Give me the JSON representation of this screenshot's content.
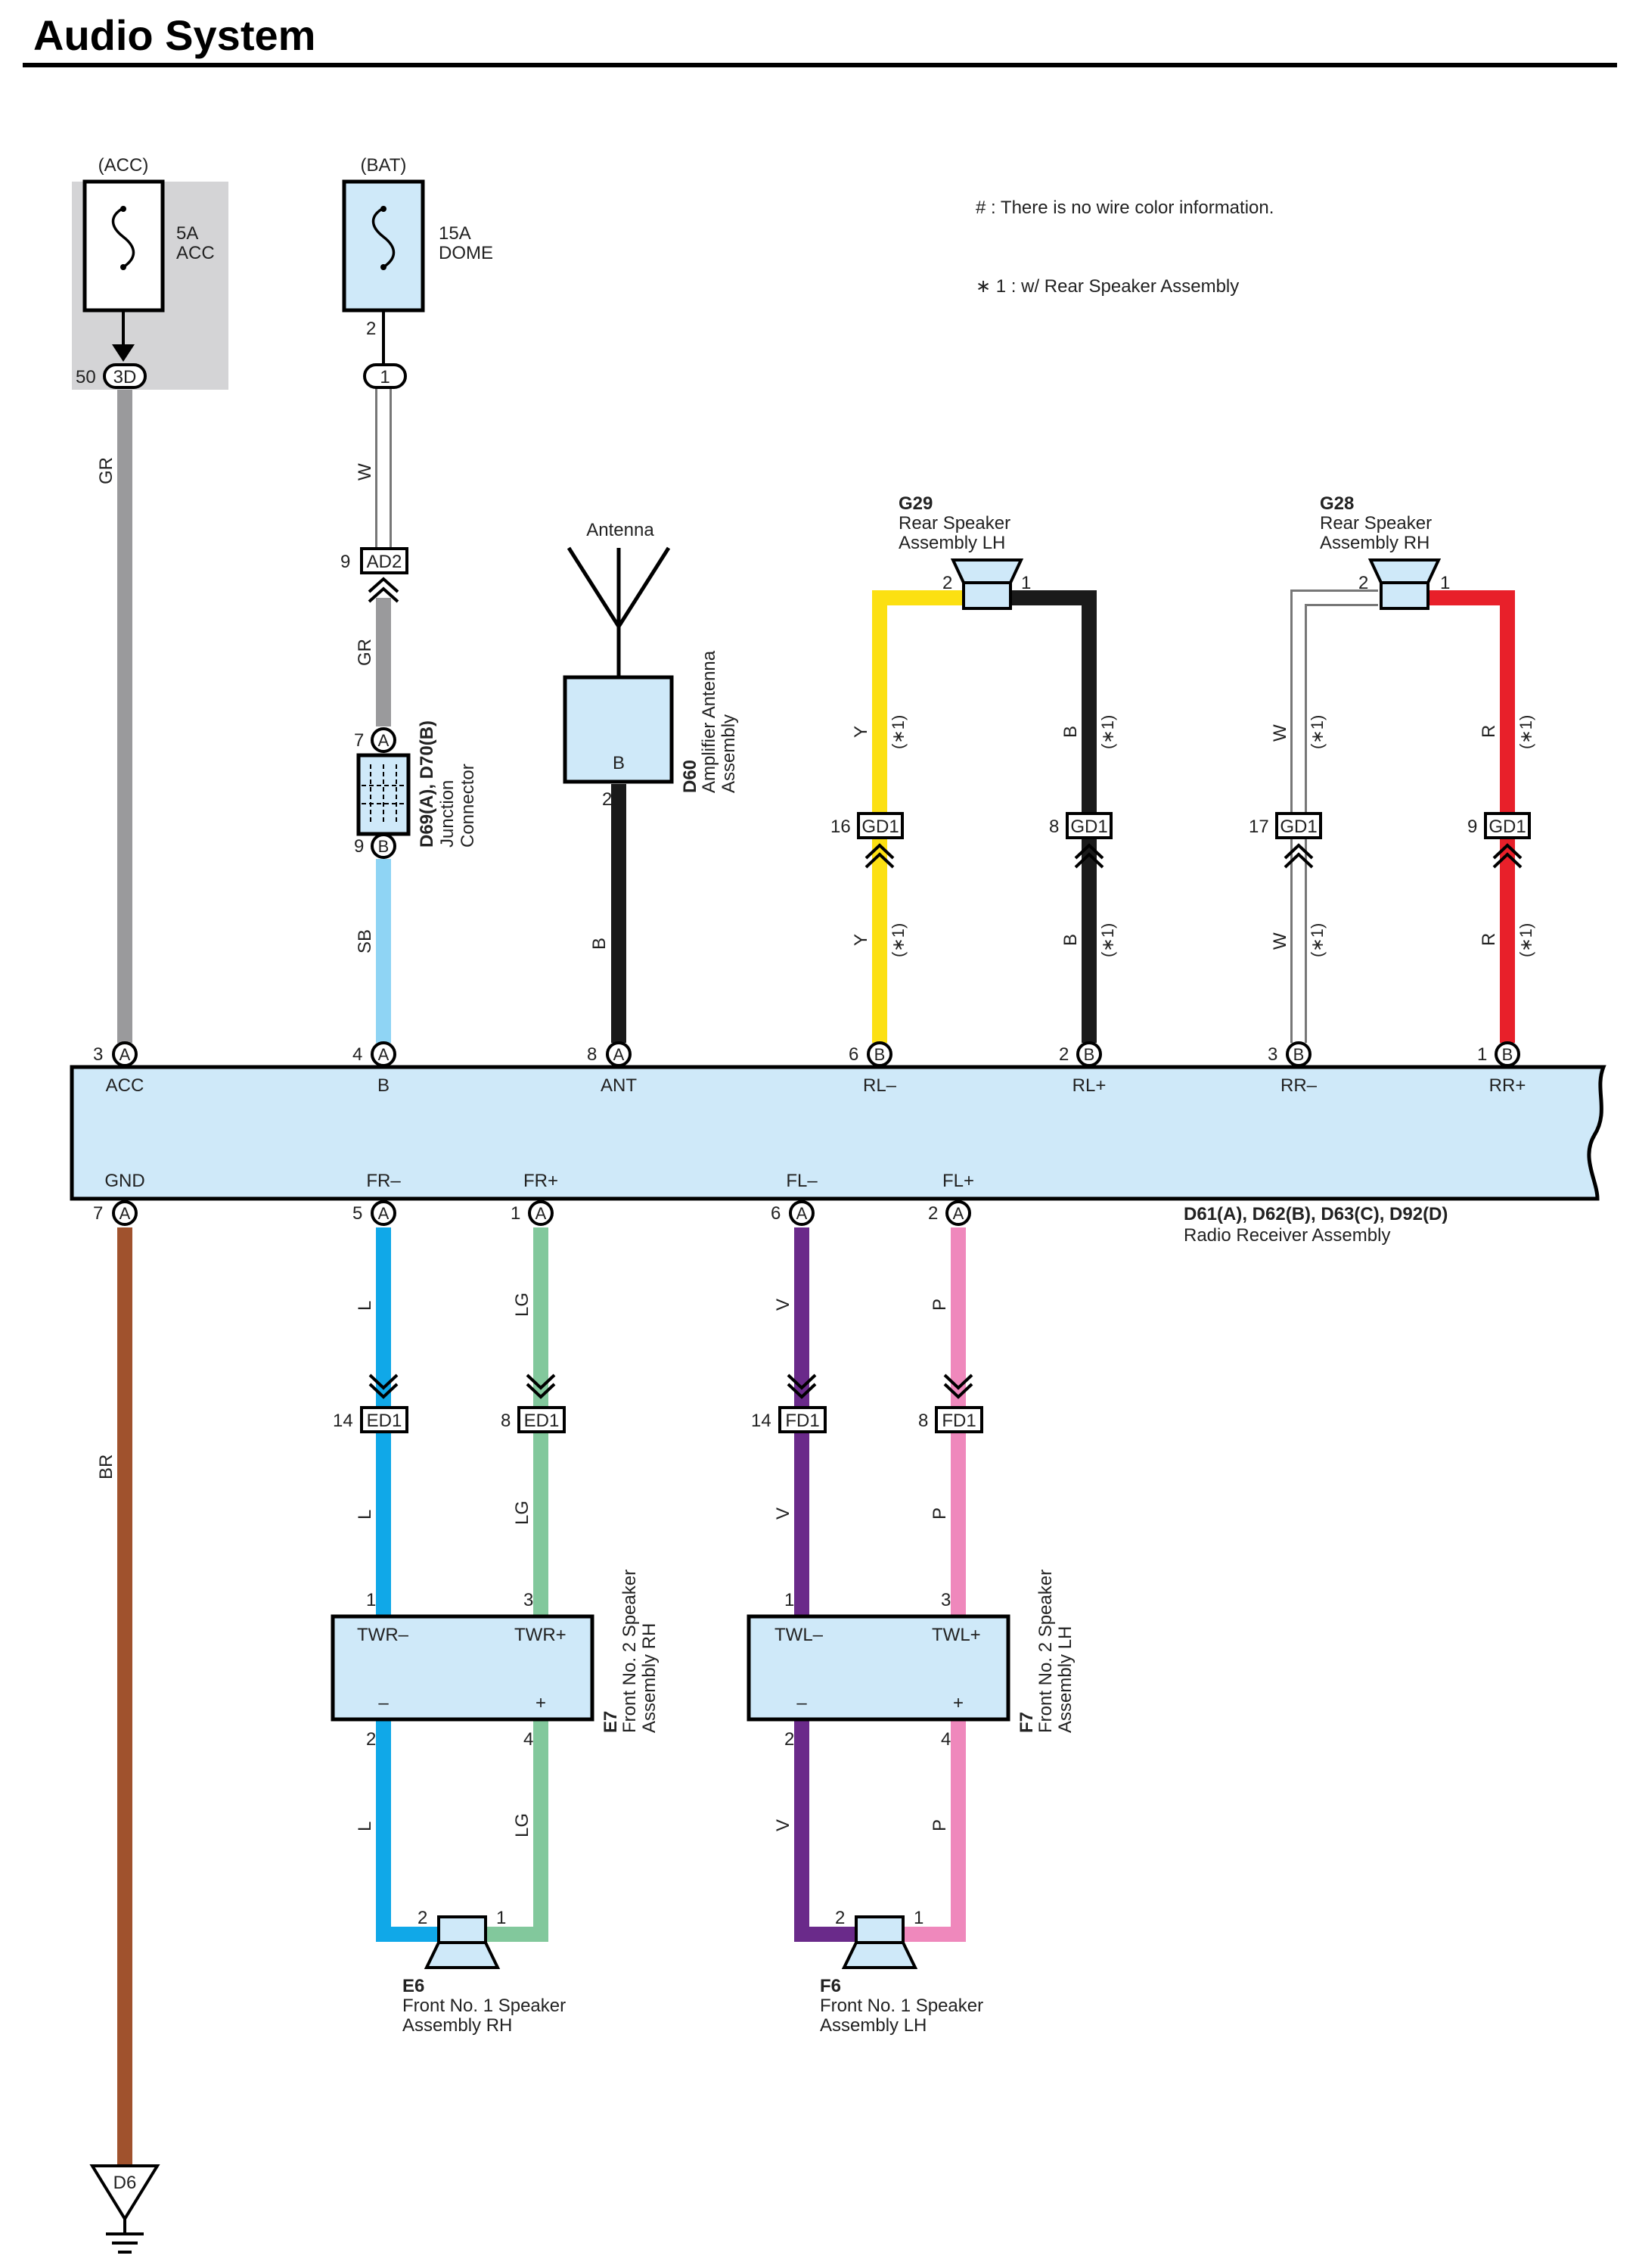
{
  "title": "Audio System",
  "notes": {
    "no_color": "# : There is no wire color information.",
    "star1": "∗ 1 : w/ Rear Speaker Assembly"
  },
  "fuses": [
    {
      "source": "(ACC)",
      "rating": "5A",
      "name": "ACC"
    },
    {
      "source": "(BAT)",
      "rating": "15A",
      "name": "DOME"
    }
  ],
  "connectors": {
    "acc_pin": "50",
    "acc_id": "3D",
    "bat_pin_top": "2",
    "bat_id": "1",
    "ad2_pin": "9",
    "ad2_id": "AD2",
    "jc_pin_a": "7",
    "jc_pin_b": "9",
    "jc_a": "A",
    "jc_b": "B",
    "gd1": [
      {
        "pin": "16",
        "id": "GD1"
      },
      {
        "pin": "8",
        "id": "GD1"
      },
      {
        "pin": "17",
        "id": "GD1"
      },
      {
        "pin": "9",
        "id": "GD1"
      }
    ],
    "ed1": [
      {
        "pin": "14",
        "id": "ED1"
      },
      {
        "pin": "8",
        "id": "ED1"
      }
    ],
    "fd1": [
      {
        "pin": "14",
        "id": "FD1"
      },
      {
        "pin": "8",
        "id": "FD1"
      }
    ]
  },
  "components": {
    "junction": {
      "code": "D69(A), D70(B)",
      "line1": "Junction",
      "line2": "Connector"
    },
    "antenna": {
      "label": "Antenna",
      "code": "D60",
      "line1": "Amplifier Antenna",
      "line2": "Assembly",
      "pin": "2",
      "terminal": "B"
    },
    "g29": {
      "code": "G29",
      "line1": "Rear Speaker",
      "line2": "Assembly LH",
      "pin_left": "2",
      "pin_right": "1"
    },
    "g28": {
      "code": "G28",
      "line1": "Rear Speaker",
      "line2": "Assembly RH",
      "pin_left": "2",
      "pin_right": "1"
    },
    "receiver": {
      "code": "D61(A), D62(B), D63(C), D92(D)",
      "name": "Radio Receiver Assembly"
    },
    "e7": {
      "code": "E7",
      "line1": "Front No. 2 Speaker",
      "line2": "Assembly RH",
      "t1": "TWR–",
      "t2": "TWR+",
      "m": "–",
      "p": "+",
      "pin1": "1",
      "pin3": "3",
      "pin2": "2",
      "pin4": "4"
    },
    "f7": {
      "code": "F7",
      "line1": "Front No. 2 Speaker",
      "line2": "Assembly LH",
      "t1": "TWL–",
      "t2": "TWL+",
      "m": "–",
      "p": "+",
      "pin1": "1",
      "pin3": "3",
      "pin2": "2",
      "pin4": "4"
    },
    "e6": {
      "code": "E6",
      "line1": "Front No.  1 Speaker",
      "line2": "Assembly RH",
      "pin_left": "2",
      "pin_right": "1"
    },
    "f6": {
      "code": "F6",
      "line1": "Front No.  1 Speaker",
      "line2": "Assembly LH",
      "pin_left": "2",
      "pin_right": "1"
    },
    "ground": {
      "code": "D6"
    }
  },
  "receiver_top_pins": [
    {
      "pin": "3",
      "conn": "A",
      "label": "ACC"
    },
    {
      "pin": "4",
      "conn": "A",
      "label": "B"
    },
    {
      "pin": "8",
      "conn": "A",
      "label": "ANT"
    },
    {
      "pin": "6",
      "conn": "B",
      "label": "RL–"
    },
    {
      "pin": "2",
      "conn": "B",
      "label": "RL+"
    },
    {
      "pin": "3",
      "conn": "B",
      "label": "RR–"
    },
    {
      "pin": "1",
      "conn": "B",
      "label": "RR+"
    }
  ],
  "receiver_bottom_pins": [
    {
      "pin": "7",
      "conn": "A",
      "label": "GND"
    },
    {
      "pin": "5",
      "conn": "A",
      "label": "FR–"
    },
    {
      "pin": "1",
      "conn": "A",
      "label": "FR+"
    },
    {
      "pin": "6",
      "conn": "A",
      "label": "FL–"
    },
    {
      "pin": "2",
      "conn": "A",
      "label": "FL+"
    }
  ],
  "wire_labels": {
    "acc": "GR",
    "bat_top": "W",
    "bat_mid": "GR",
    "bat_low": "SB",
    "ant": "B",
    "gnd": "BR",
    "rl_minus": "Y",
    "rl_plus": "B",
    "rr_minus": "W",
    "rr_plus": "R",
    "star": "(∗1)",
    "fr_minus": "L",
    "fr_plus": "LG",
    "fl_minus": "V",
    "fl_plus": "P"
  },
  "colors": {
    "gray": "#9a9a9c",
    "white_wire": "#ffffff",
    "sky_blue": "#8fd4f4",
    "black": "#1a1a1a",
    "yellow": "#fce012",
    "red": "#e8202a",
    "brown": "#a0522d",
    "blue": "#10a8e8",
    "light_green": "#82c89c",
    "violet": "#6a2a8a",
    "pink": "#ef88bc",
    "box_fill": "#cfe9f9"
  }
}
